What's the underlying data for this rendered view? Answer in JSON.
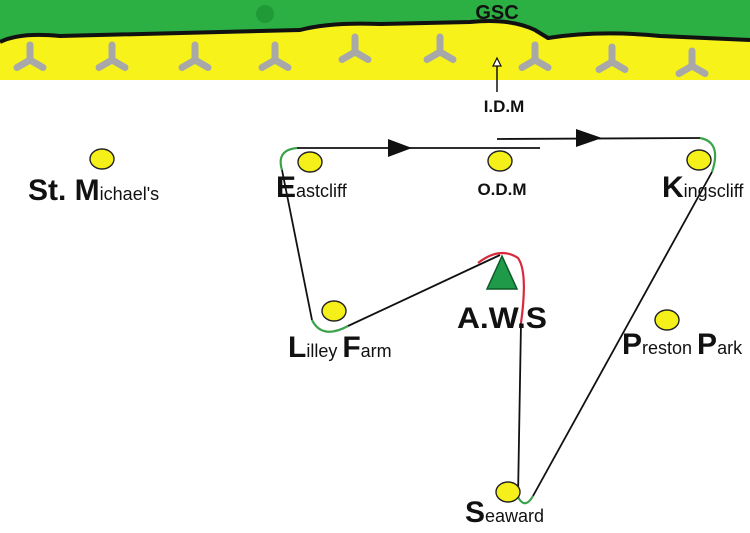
{
  "colors": {
    "land": "#2db043",
    "coast_line": "#111111",
    "beach": "#f7f21a",
    "beach_edge": "#d8d23a",
    "turbine": "#a8a8a8",
    "buoy_fill": "#f5ef1a",
    "buoy_stroke": "#222222",
    "course_line": "#111111",
    "rounding_mark_arc": "#3aa34a",
    "aws_arc": "#d8283a",
    "aws_fill": "#1e9a48",
    "label": "#111111"
  },
  "coast": {
    "label": "GSC"
  },
  "idm": {
    "label": "I.D.M",
    "icon": "arrow-up-icon"
  },
  "marks": [
    {
      "id": "st-michaels",
      "first": "St. M",
      "rest": "ichael's"
    },
    {
      "id": "eastcliff",
      "first": "E",
      "rest": "astcliff"
    },
    {
      "id": "odm",
      "first": "O.D.M",
      "rest": ""
    },
    {
      "id": "kingscliff",
      "first": "K",
      "rest": "ingscliff"
    },
    {
      "id": "lilley-farm",
      "first": "L",
      "rest": "illey ",
      "first2": "F",
      "rest2": "arm"
    },
    {
      "id": "preston-park",
      "first": "P",
      "rest": "reston ",
      "first2": "P",
      "rest2": "ark"
    },
    {
      "id": "seaward",
      "first": "S",
      "rest": "eaward"
    }
  ],
  "aws": {
    "label": "A.W.S"
  },
  "course": {
    "direction_icons": [
      "arrowhead-right-icon",
      "arrowhead-right-icon"
    ]
  }
}
